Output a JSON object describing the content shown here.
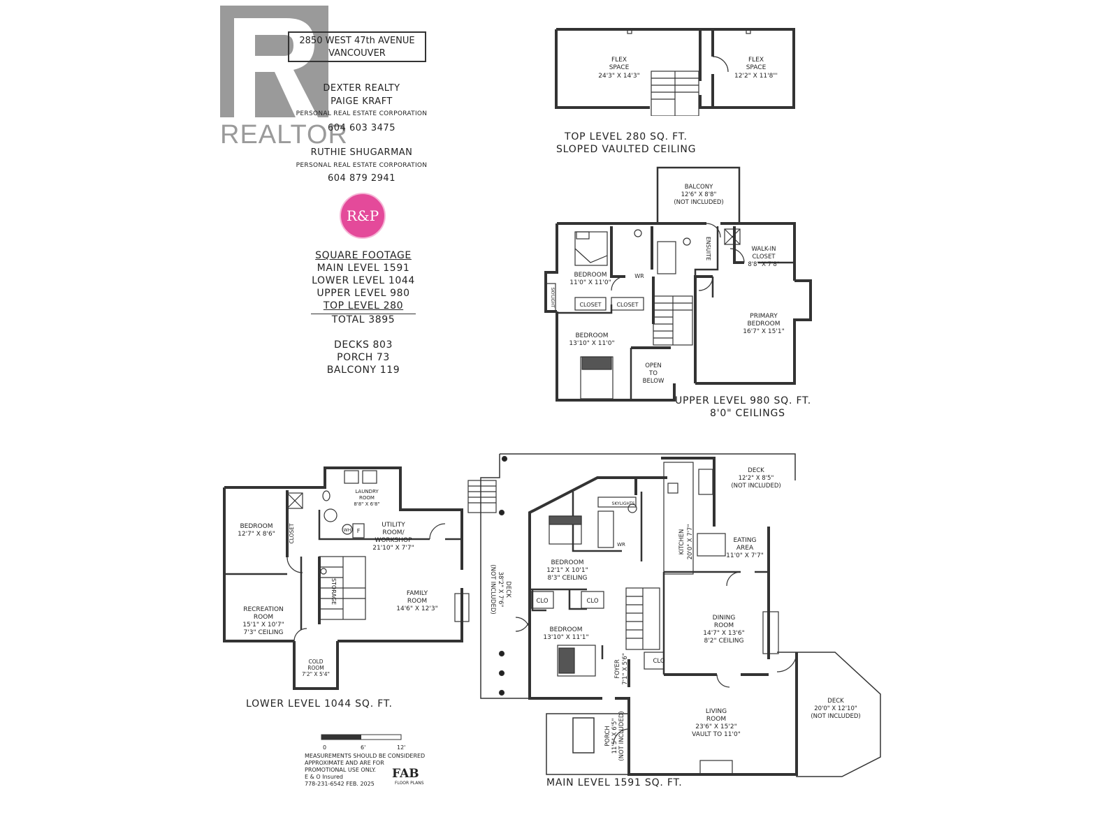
{
  "header": {
    "address_line1": "2850 WEST 47th AVENUE",
    "address_line2": "VANCOUVER",
    "brokerage": "DEXTER REALTY",
    "agent1_name": "PAIGE KRAFT",
    "agent1_corp": "PERSONAL REAL ESTATE CORPORATION",
    "agent1_phone": "604 603 3475",
    "agent2_name": "RUTHIE SHUGARMAN",
    "agent2_corp": "PERSONAL REAL ESTATE CORPORATION",
    "agent2_phone": "604 879 2941",
    "badge": "R&P",
    "realtor_word": "REALTOR"
  },
  "square_footage": {
    "title": "SQUARE FOOTAGE",
    "main": "MAIN LEVEL 1591",
    "lower": "LOWER LEVEL 1044",
    "upper": "UPPER LEVEL 980",
    "top": "TOP LEVEL 280",
    "total": "TOTAL 3895",
    "decks": "DECKS 803",
    "porch": "PORCH 73",
    "balcony": "BALCONY 119"
  },
  "top_level": {
    "title1": "TOP LEVEL 280 SQ. FT.",
    "title2": "SLOPED VAULTED CEILING",
    "flex1": [
      "FLEX",
      "SPACE",
      "24'3\" X 14'3\""
    ],
    "flex2": [
      "FLEX",
      "SPACE",
      "12'2\" X 11'8\"'"
    ]
  },
  "upper_level": {
    "title1": "UPPER LEVEL 980 SQ. FT.",
    "title2": "8'0\" CEILINGS",
    "balcony": [
      "BALCONY",
      "12'6\" X 8'8\"",
      "(NOT INCLUDED)"
    ],
    "bed1": [
      "BEDROOM",
      "11'0\" X 11'0\""
    ],
    "bed2": [
      "BEDROOM",
      "13'10\" X 11'0\""
    ],
    "primary": [
      "PRIMARY",
      "BEDROOM",
      "16'7\" X 15'1\""
    ],
    "walkin": [
      "WALK-IN",
      "CLOSET",
      "8'8\" X 7'8\""
    ],
    "ensuite": "ENSUITE",
    "closet_a": "CLOSET",
    "closet_b": "CLOSET",
    "skylight": "SKYLIGHT",
    "wr": "WR",
    "open": [
      "OPEN",
      "TO",
      "BELOW"
    ]
  },
  "lower_level": {
    "title": "LOWER LEVEL 1044 SQ. FT.",
    "bedroom": [
      "BEDROOM",
      "12'7\" X 8'6\""
    ],
    "closet": "CLOSET",
    "laundry": [
      "LAUNDRY",
      "ROOM",
      "8'8\" X 6'8\""
    ],
    "utility": [
      "UTILITY",
      "ROOM/",
      "WORKSHOP",
      "21'10\" X 7'7\""
    ],
    "family": [
      "FAMILY",
      "ROOM",
      "14'6\" X 12'3\""
    ],
    "recreation": [
      "RECREATION",
      "ROOM",
      "15'1\" X 10'7\"",
      "7'3\" CEILING"
    ],
    "storage": "STORAGE",
    "cold": [
      "COLD",
      "ROOM",
      "7'2\" X 5'4\""
    ],
    "wh": "WH",
    "f": "F"
  },
  "main_level": {
    "title": "MAIN LEVEL 1591 SQ. FT.",
    "deck_left": [
      "DECK",
      "38'2\" X 7'6\"",
      "(NOT INCLUDED)"
    ],
    "deck_top": [
      "DECK",
      "12'2\" X 8'5\"",
      "(NOT INCLUDED)"
    ],
    "deck_right": [
      "DECK",
      "20'0\" X 12'10\"",
      "(NOT INCLUDED)"
    ],
    "bed1": [
      "BEDROOM",
      "12'1\" X 10'1\"",
      "8'3\" CEILING"
    ],
    "bed2": [
      "BEDROOM",
      "13'10\" X 11'1\""
    ],
    "kitchen": [
      "KITCHEN",
      "20'0\" X 7'7\""
    ],
    "eating": [
      "EATING",
      "AREA",
      "11'0\" X 7'7\""
    ],
    "dining": [
      "DINING",
      "ROOM",
      "14'7\" X 13'6\"",
      "8'2\" CEILING"
    ],
    "living": [
      "LIVING",
      "ROOM",
      "23'6\" X 15'2\"",
      "VAULT TO 11'0\""
    ],
    "foyer": [
      "FOYER",
      "7'1\" X 5'6\""
    ],
    "porch": [
      "PORCH",
      "11'5\" X 6'5\"",
      "(NOT INCLUDED)"
    ],
    "clo": "CLO",
    "skylights": "SKYLIGHTS",
    "wr": "WR"
  },
  "footer": {
    "scale_0": "0",
    "scale_6": "6'",
    "scale_12": "12'",
    "disclaimer": [
      "MEASUREMENTS SHOULD BE CONSIDERED",
      "APPROXIMATE AND ARE FOR",
      "PROMOTIONAL USE ONLY.",
      "E & O Insured",
      "778-231-6542  FEB. 2025"
    ],
    "logo": "FAB",
    "logo_sub": "FLOOR PLANS"
  }
}
